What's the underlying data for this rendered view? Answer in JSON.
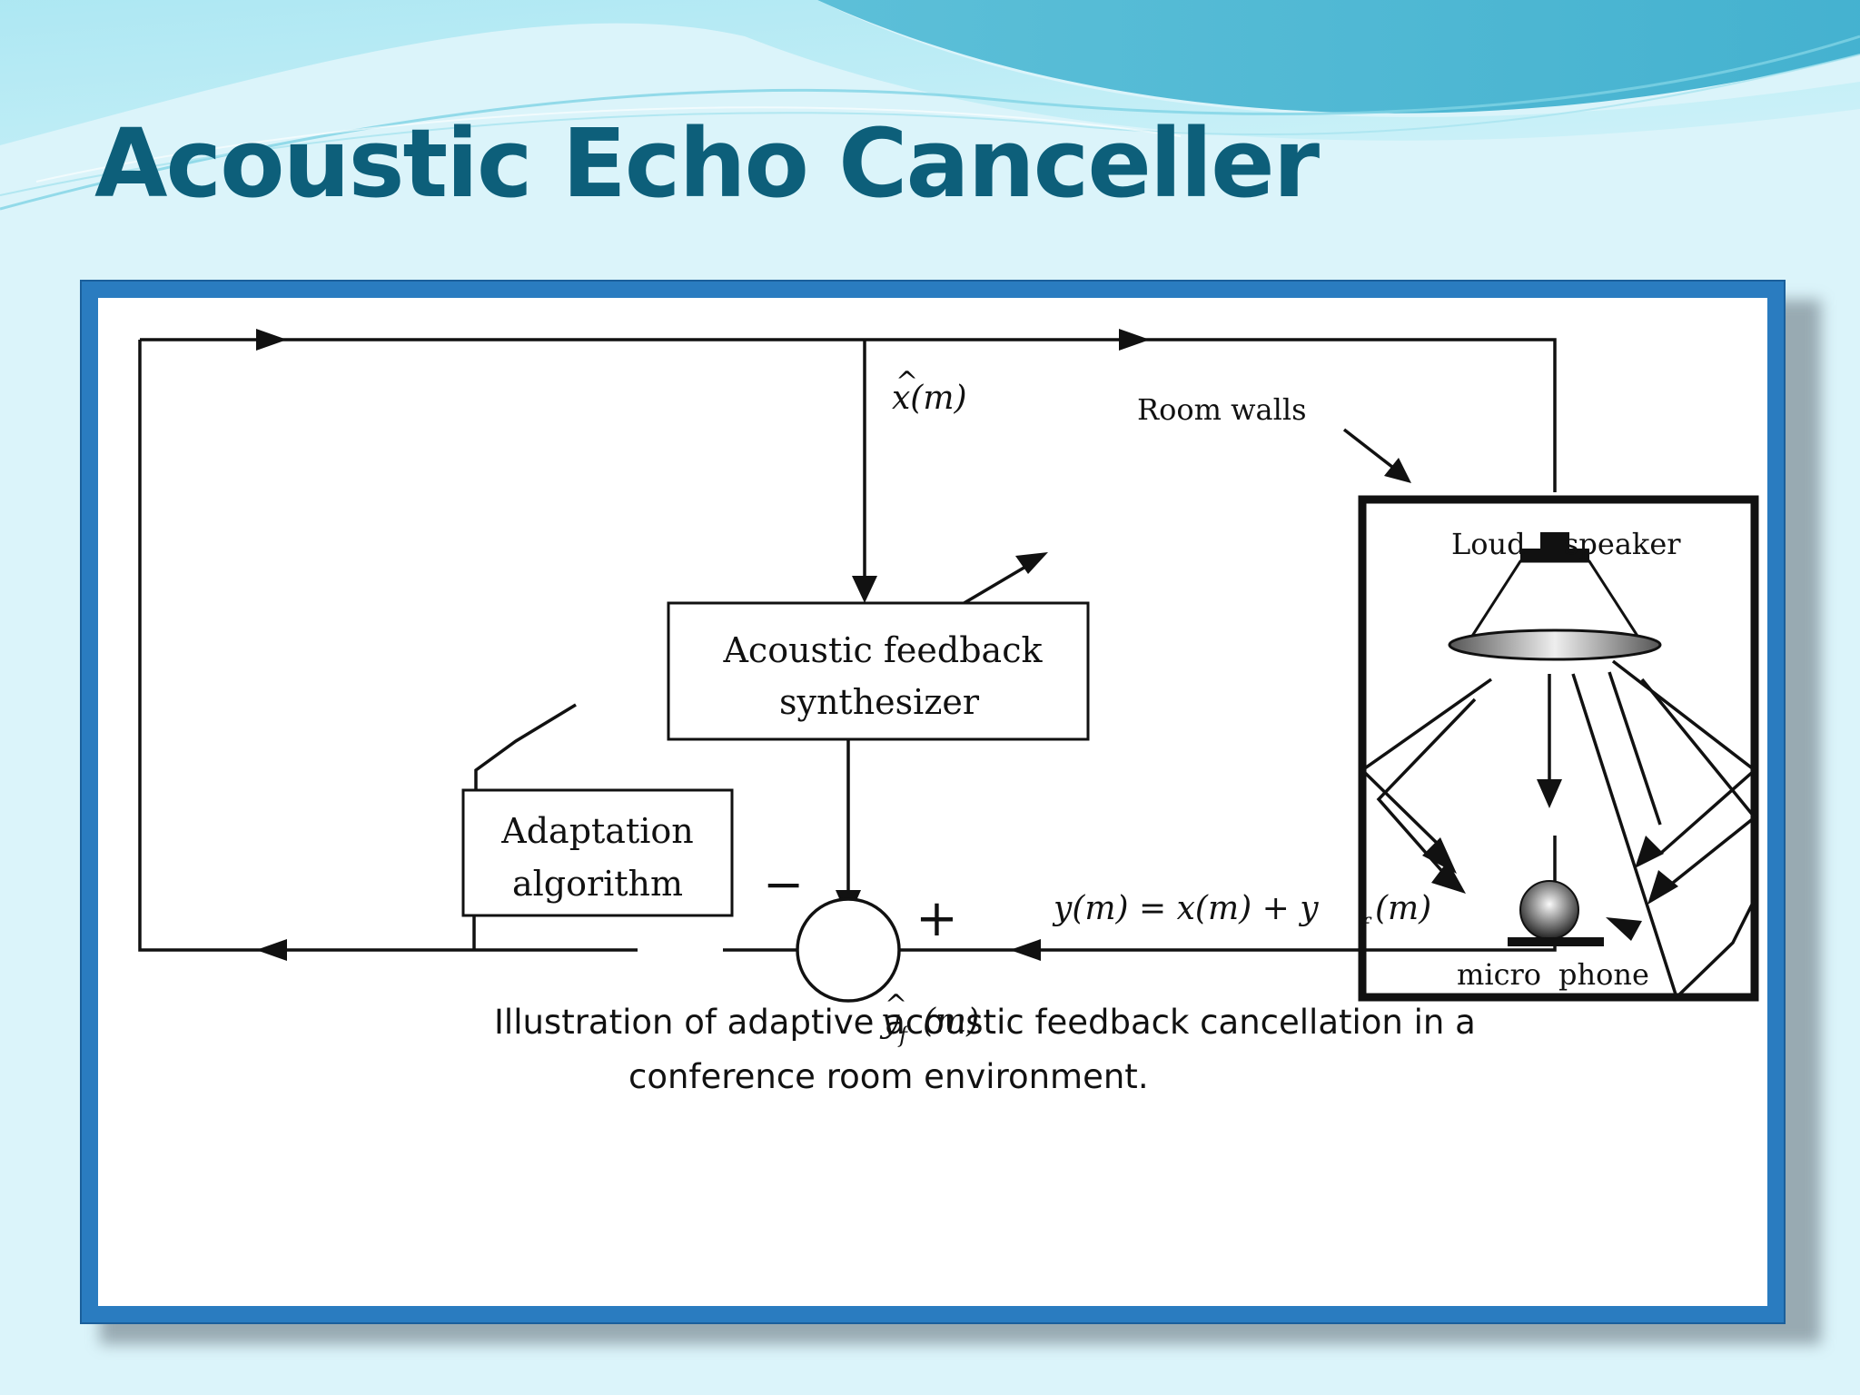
{
  "slide": {
    "title": "Acoustic Echo Canceller"
  },
  "diagram": {
    "blocks": {
      "synthesizer": [
        "Acoustic feedback",
        "synthesizer"
      ],
      "adaptation": [
        "Adaptation",
        "algorithm"
      ]
    },
    "labels": {
      "x_hat": "x(m)",
      "x_hat_accent": "^",
      "y_hat_accent": "^",
      "y_hat_y": "y",
      "y_hat_sub": "f",
      "y_hat_m": "(m)",
      "room_walls": "Room walls",
      "loud": "Loud",
      "speaker": "speaker",
      "micro": "micro",
      "phone": "phone",
      "minus": "−",
      "plus": "+",
      "equation_lhs": "y(m) = x(m) + y",
      "equation_sub": "f",
      "equation_end": "(m)"
    },
    "caption": [
      "Illustration of adaptive acoustic feedback cancellation in a",
      "conference room environment."
    ]
  },
  "colors": {
    "title": "#0d5f7a",
    "frame": "#2a7cc0",
    "background": "#d9f3f9",
    "line": "#111111"
  }
}
